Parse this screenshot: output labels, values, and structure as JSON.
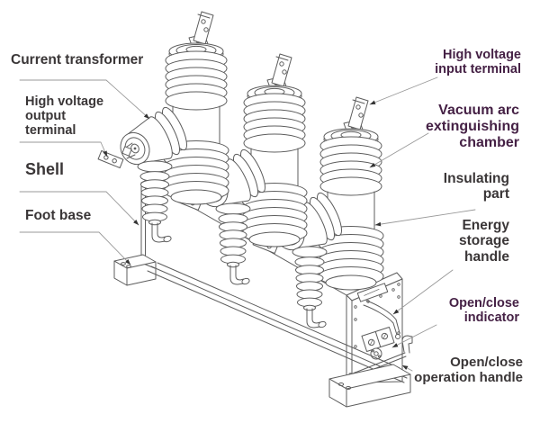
{
  "labels": {
    "current_transformer": "Current transformer",
    "hv_output_terminal": "High voltage output terminal",
    "shell": "Shell",
    "foot_base": "Foot base",
    "hv_input_terminal": "High voltage input terminal",
    "vacuum_chamber": "Vacuum arc extinguishing chamber",
    "insulating_part": "Insulating part",
    "energy_storage_handle": "Energy storage handle",
    "open_close_indicator": "Open/close indicator",
    "open_close_operation_handle": "Open/close operation handle"
  },
  "colors": {
    "label_dark": "#3a3637",
    "label_purple": "#452145",
    "drawing_line": "#5d5d5d",
    "leader_line": "#999999",
    "arrow": "#333333",
    "background": "#ffffff"
  }
}
